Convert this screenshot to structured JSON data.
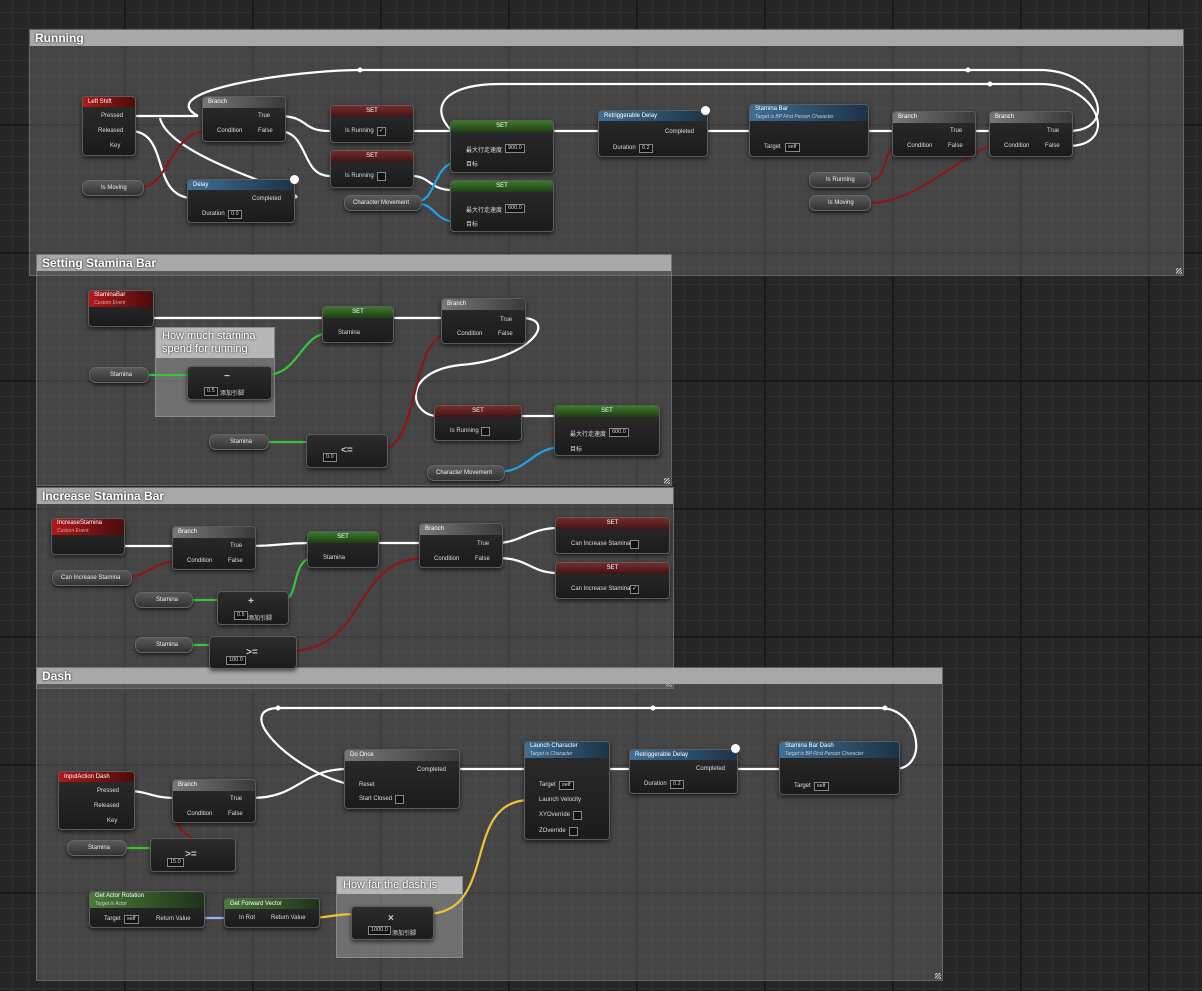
{
  "comments": {
    "running": "Running",
    "stamina_bar": "Setting Stamina Bar",
    "increase": "Increase Stamina Bar",
    "dash": "Dash",
    "note_spend": "How much stamina spend for running",
    "note_dash": "How far the dash is"
  },
  "running": {
    "left_shift": "Left Shift",
    "pressed": "Pressed",
    "released": "Released",
    "key": "Key",
    "branch": "Branch",
    "true": "True",
    "false": "False",
    "condition": "Condition",
    "set": "SET",
    "is_running": "Is Running",
    "is_moving": "Is Moving",
    "delay": "Delay",
    "completed": "Completed",
    "duration": "Duration",
    "delay_value": "0.0",
    "character_movement": "Character Movement",
    "max_walk_speed": "最大行走速度",
    "target_cn": "目标",
    "speed_run": "900.0",
    "speed_walk": "600.0",
    "retriggerable_delay": "Retriggerable Delay",
    "retrig_value": "0.2",
    "stamina_bar": "Stamina Bar",
    "stamina_bar_sub": "Target is BP First Person Character",
    "target": "Target",
    "self": "self",
    "is_running_var": "Is Running",
    "is_moving_var": "Is Moving"
  },
  "setting": {
    "event": "StaminaBar",
    "event_sub": "Custom Event",
    "set": "SET",
    "stamina": "Stamina",
    "minus_value": "0.5",
    "add_pin": "添加引脚",
    "lte_value": "0.0",
    "lte": "<=",
    "branch": "Branch",
    "true": "True",
    "false": "False",
    "condition": "Condition",
    "is_running": "Is Running",
    "max_walk_speed": "最大行走速度",
    "speed": "600.0",
    "target_cn": "目标",
    "character_movement": "Character Movement"
  },
  "increase": {
    "event": "IncreaseStamina",
    "event_sub": "Custom Event",
    "branch": "Branch",
    "true": "True",
    "false": "False",
    "condition": "Condition",
    "can_increase": "Can Increase Stamina",
    "set": "SET",
    "stamina": "Stamina",
    "plus_value": "0.5",
    "add_pin": "添加引脚",
    "plus": "+",
    "gte_value": "100.0",
    "gte": ">="
  },
  "dash": {
    "event": "InputAction Dash",
    "pressed": "Pressed",
    "released": "Released",
    "key": "Key",
    "branch": "Branch",
    "true": "True",
    "false": "False",
    "condition": "Condition",
    "stamina": "Stamina",
    "gte_value": "15.0",
    "gte": ">=",
    "do_once": "Do Once",
    "completed": "Completed",
    "reset": "Reset",
    "start_closed": "Start Closed",
    "launch": "Launch Character",
    "launch_sub": "Target is Character",
    "target": "Target",
    "self": "self",
    "launch_velocity": "Launch Velocity",
    "xy_override": "XYOverride",
    "z_override": "ZOverride",
    "retriggerable_delay": "Retriggerable Delay",
    "duration": "Duration",
    "retrig_value": "0.2",
    "stamina_bar_dash": "Stamina Bar Dash",
    "stamina_bar_dash_sub": "Target is BP First Person Character",
    "get_actor_rotation": "Get Actor Rotation",
    "gar_sub": "Target is Actor",
    "return_value": "Return Value",
    "get_forward_vector": "Get Forward Vector",
    "in_rot": "In Rot",
    "mult_value": "1000.0",
    "mult": "×",
    "add_pin": "添加引脚"
  },
  "colors": {
    "exec": "#ffffff",
    "bool": "#9a1b1b",
    "float": "#3bc23b",
    "object": "#1fa3e6",
    "vector": "#f0c23a"
  }
}
